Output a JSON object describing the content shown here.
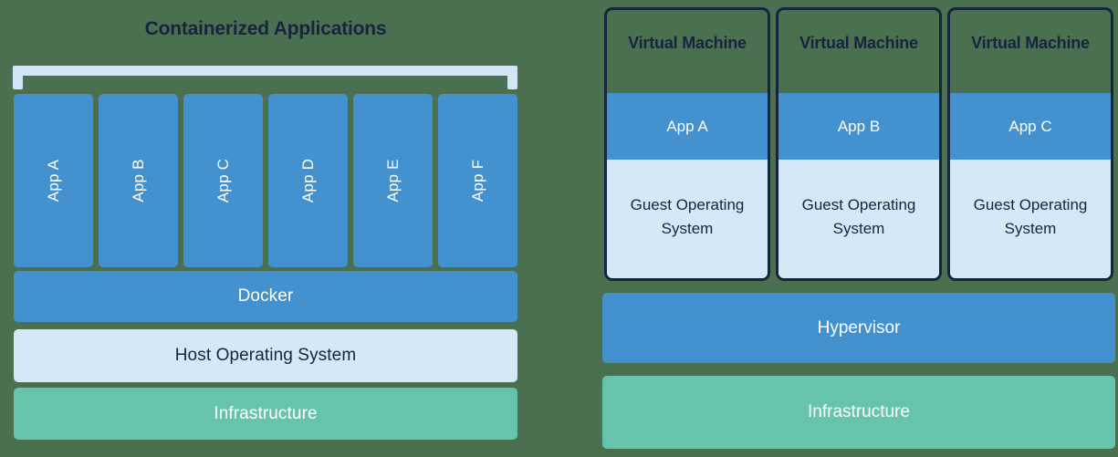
{
  "background_color": "#4a7050",
  "palette": {
    "blue": "#4391ce",
    "light_blue": "#d5e8f8",
    "teal": "#65c4ab",
    "navy": "#16243f",
    "white": "#ffffff",
    "bracket": "#d3e6f8"
  },
  "left": {
    "title": "Containerized Applications",
    "bracket_label": "app-group-bracket",
    "apps": [
      {
        "label": "App A"
      },
      {
        "label": "App B"
      },
      {
        "label": "App C"
      },
      {
        "label": "App D"
      },
      {
        "label": "App E"
      },
      {
        "label": "App F"
      }
    ],
    "layers": [
      {
        "label": "Docker"
      },
      {
        "label": "Host Operating System"
      },
      {
        "label": "Infrastructure"
      }
    ]
  },
  "right": {
    "vms": [
      {
        "title": "Virtual Machine",
        "app": "App A",
        "guest_os": "Guest Operating System"
      },
      {
        "title": "Virtual Machine",
        "app": "App B",
        "guest_os": "Guest Operating System"
      },
      {
        "title": "Virtual Machine",
        "app": "App C",
        "guest_os": "Guest Operating System"
      }
    ],
    "layers": [
      {
        "label": "Hypervisor"
      },
      {
        "label": "Infrastructure"
      }
    ]
  }
}
